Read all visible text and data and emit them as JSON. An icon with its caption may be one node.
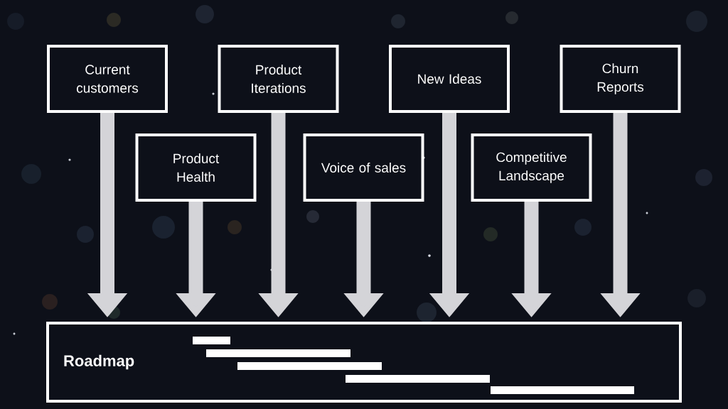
{
  "diagram": {
    "nodes": [
      {
        "text": [
          "Current customers"
        ]
      },
      {
        "text": [
          "Product Health"
        ]
      },
      {
        "text": [
          "Product Iterations"
        ]
      },
      {
        "text": [
          "Voice of sales"
        ]
      },
      {
        "text": [
          "New Ideas"
        ]
      },
      {
        "text": [
          "Competitive Landscape"
        ]
      },
      {
        "text": [
          "Churn Reports"
        ]
      },
      {
        "text": [
          "Roadmap"
        ]
      }
    ],
    "edges": [
      {
        "from": 0,
        "to": 7,
        "arrow": "to"
      },
      {
        "from": 1,
        "to": 7,
        "arrow": "to"
      },
      {
        "from": 2,
        "to": 7,
        "arrow": "to"
      },
      {
        "from": 3,
        "to": 7,
        "arrow": "to"
      },
      {
        "from": 4,
        "to": 7,
        "arrow": "to"
      },
      {
        "from": 5,
        "to": 7,
        "arrow": "to"
      },
      {
        "from": 6,
        "to": 7,
        "arrow": "to"
      }
    ]
  }
}
